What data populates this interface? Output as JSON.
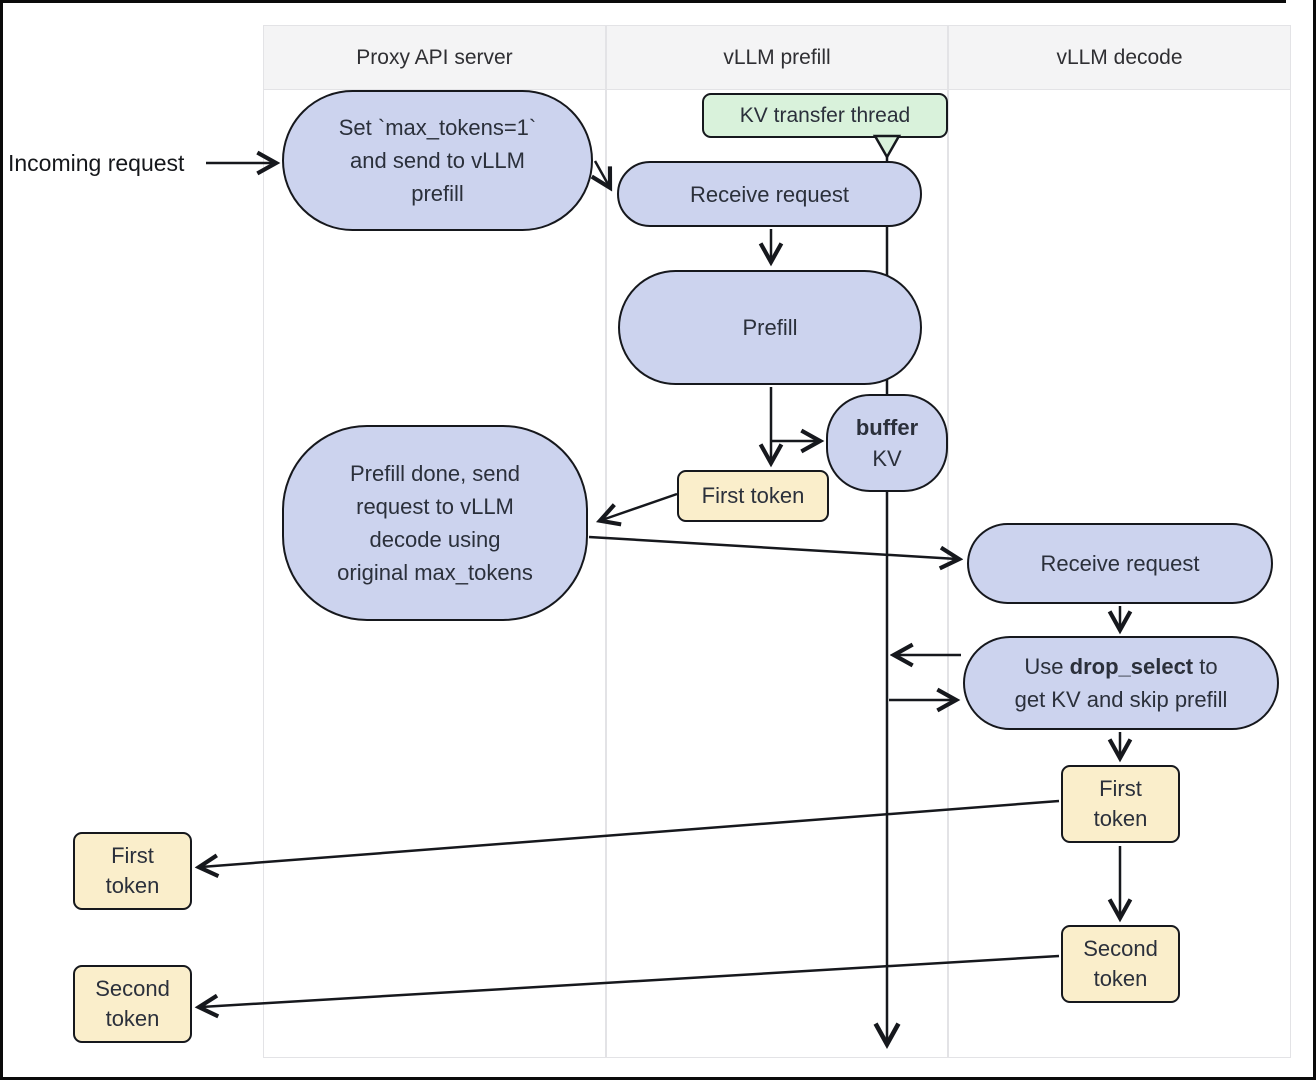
{
  "diagram": {
    "external_label": "Incoming request",
    "lanes": [
      {
        "label": "Proxy API server"
      },
      {
        "label": "vLLM prefill"
      },
      {
        "label": "vLLM decode"
      }
    ],
    "callout": {
      "label": "KV transfer thread"
    },
    "nodes": {
      "set_max_tokens": {
        "lines": [
          "Set `max_tokens=1`",
          "and send to vLLM",
          "prefill"
        ]
      },
      "receive_request_prefill": {
        "label": "Receive request"
      },
      "prefill": {
        "label": "Prefill"
      },
      "buffer_kv": {
        "bold_line": "buffer",
        "second_line": "KV"
      },
      "first_token_prefill": {
        "label": "First token"
      },
      "prefill_done": {
        "lines": [
          "Prefill done, send",
          "request to vLLM",
          "decode using",
          "original max_tokens"
        ]
      },
      "receive_request_decode": {
        "label": "Receive request"
      },
      "drop_select": {
        "line1_pre": "Use ",
        "line1_bold": "drop_select",
        "line1_post": " to",
        "line2": "get KV and skip prefill"
      },
      "first_token_decode": {
        "lines": [
          "First",
          "token"
        ]
      },
      "second_token_decode": {
        "lines": [
          "Second",
          "token"
        ]
      },
      "first_token_out": {
        "lines": [
          "First",
          "token"
        ]
      },
      "second_token_out": {
        "lines": [
          "Second",
          "token"
        ]
      }
    },
    "colors": {
      "process_fill": "#ccd3ee",
      "token_fill": "#faeecb",
      "callout_fill": "#d9f2db",
      "lane_header_fill": "#f4f4f5",
      "lane_border": "#e3e3e6",
      "stroke": "#16181d",
      "text": "#2b303b"
    }
  }
}
